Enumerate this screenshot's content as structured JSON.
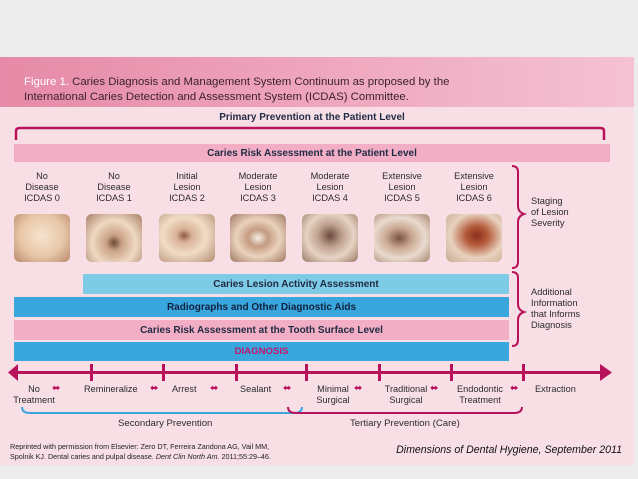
{
  "title": {
    "figure_label": "Figure 1.",
    "line1": "Caries Diagnosis and Management System Continuum as proposed by the",
    "line2": "International Caries Detection and Assessment System (ICDAS) Committee."
  },
  "primary_prevention": "Primary Prevention at the Patient Level",
  "risk_patient": "Caries Risk Assessment at the Patient Level",
  "stages": [
    {
      "l1": "No",
      "l2": "Disease",
      "l3": "ICDAS 0"
    },
    {
      "l1": "No",
      "l2": "Disease",
      "l3": "ICDAS 1"
    },
    {
      "l1": "Initial",
      "l2": "Lesion",
      "l3": "ICDAS 2"
    },
    {
      "l1": "Moderate",
      "l2": "Lesion",
      "l3": "ICDAS 3"
    },
    {
      "l1": "Moderate",
      "l2": "Lesion",
      "l3": "ICDAS 4"
    },
    {
      "l1": "Extensive",
      "l2": "Lesion",
      "l3": "ICDAS 5"
    },
    {
      "l1": "Extensive",
      "l2": "Lesion",
      "l3": "ICDAS 6"
    }
  ],
  "staging_label": {
    "l1": "Staging",
    "l2": "of Lesion",
    "l3": "Severity"
  },
  "bars": {
    "activity": "Caries Lesion Activity Assessment",
    "radiographs": "Radiographs and Other Diagnostic Aids",
    "risk_surface": "Caries Risk Assessment at the Tooth Surface Level",
    "diagnosis": "DIAGNOSIS"
  },
  "additional_label": {
    "l1": "Additional",
    "l2": "Information",
    "l3": "that Informs",
    "l4": "Diagnosis"
  },
  "continuum": [
    {
      "l1": "No",
      "l2": "Treatment"
    },
    {
      "l1": "Remineralize",
      "l2": ""
    },
    {
      "l1": "Arrest",
      "l2": ""
    },
    {
      "l1": "Sealant",
      "l2": ""
    },
    {
      "l1": "Minimal",
      "l2": "Surgical"
    },
    {
      "l1": "Traditional",
      "l2": "Surgical"
    },
    {
      "l1": "Endodontic",
      "l2": "Treatment"
    },
    {
      "l1": "Extraction",
      "l2": ""
    }
  ],
  "secondary_prevention": "Secondary Prevention",
  "tertiary_prevention": "Tertiary Prevention (Care)",
  "credit": {
    "line1": "Reprinted with permission from Elsevier: Zero DT, Ferreira Zandona AG, Vail MM,",
    "line2a": "Spolnik KJ. Dental caries and pulpal disease.",
    "line2b": "Dent Clin North Am.",
    "line2c": "2011;55:29–46."
  },
  "source": "Dimensions of Dental Hygiene, September 2011",
  "colors": {
    "pink_bar": "#f2aec4",
    "blue_light": "#7ecbe6",
    "blue_dark": "#3aa6de",
    "accent": "#b8135a"
  }
}
